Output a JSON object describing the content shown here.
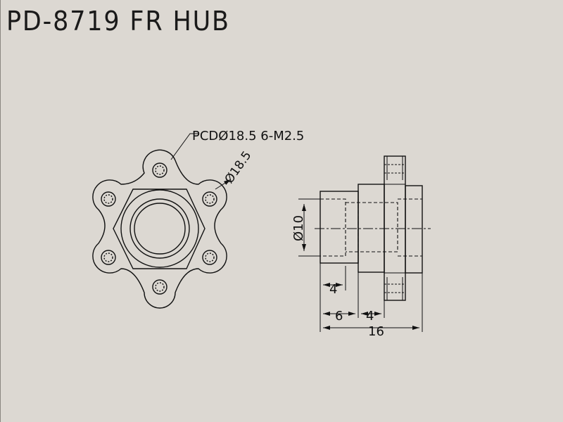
{
  "title": "PD-8719 FR HUB",
  "front_view": {
    "callout_pcd": "PCDØ18.5 6-M2.5",
    "callout_diameter": "Ø18.5"
  },
  "side_view": {
    "dim_bore_diameter": "Ø10",
    "dim_left_step": "4",
    "dim_shoulder_length": "6",
    "dim_middle_length": "4",
    "dim_overall_length": "16"
  },
  "colors": {
    "sheet_background": "#dcd8d2",
    "line": "#111111"
  }
}
